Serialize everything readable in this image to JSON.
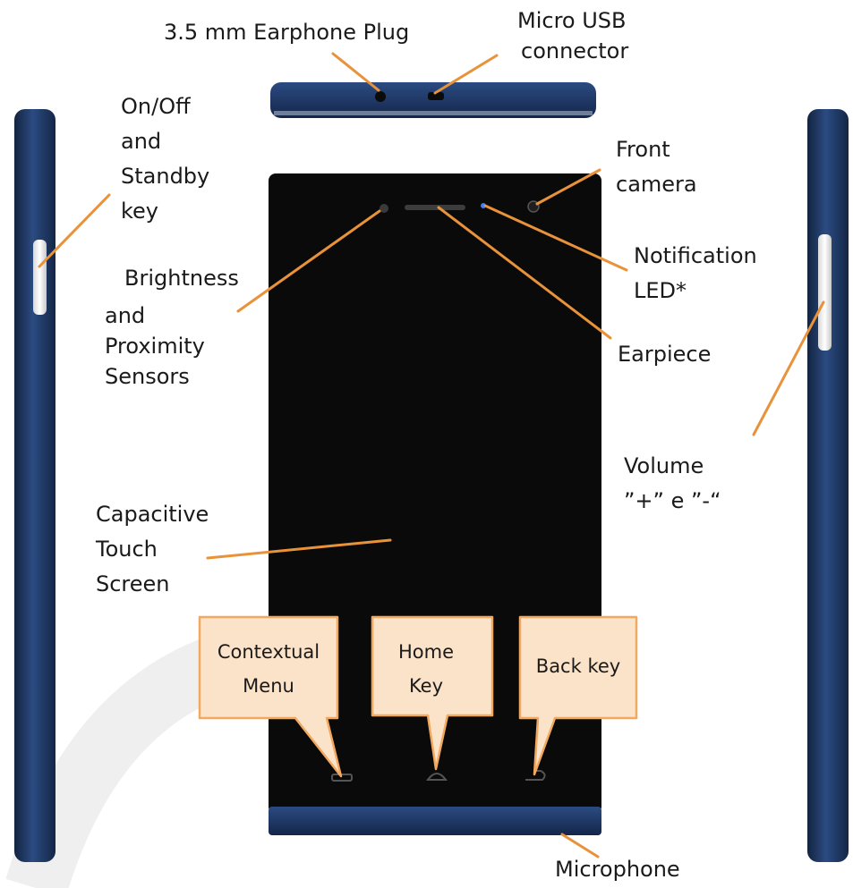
{
  "labels": {
    "earphone_plug": "3.5 mm Earphone Plug",
    "micro_usb": [
      "Micro USB",
      "connector"
    ],
    "on_off": [
      "On/Off",
      "and",
      "Standby",
      "key"
    ],
    "front_camera": [
      "Front",
      "camera"
    ],
    "notification_led": [
      "Notification",
      "LED*"
    ],
    "brightness": [
      "Brightness",
      "and",
      "Proximity",
      "Sensors"
    ],
    "earpiece": "Earpiece",
    "volume": [
      "Volume",
      "”+” e ”-“"
    ],
    "touch_screen": [
      "Capacitive",
      "Touch",
      "Screen"
    ],
    "contextual_menu": [
      "Contextual",
      "Menu"
    ],
    "home_key": [
      "Home",
      "Key"
    ],
    "back_key": "Back key",
    "microphone": "Microphone"
  },
  "colors": {
    "leader": "#e8923a",
    "bubble_fill": "#fbe3c9",
    "bubble_stroke": "#f2a85f",
    "phone_blue": "#223e70",
    "phone_blue_dark": "#15284a",
    "screen": "#0a0a0a"
  }
}
